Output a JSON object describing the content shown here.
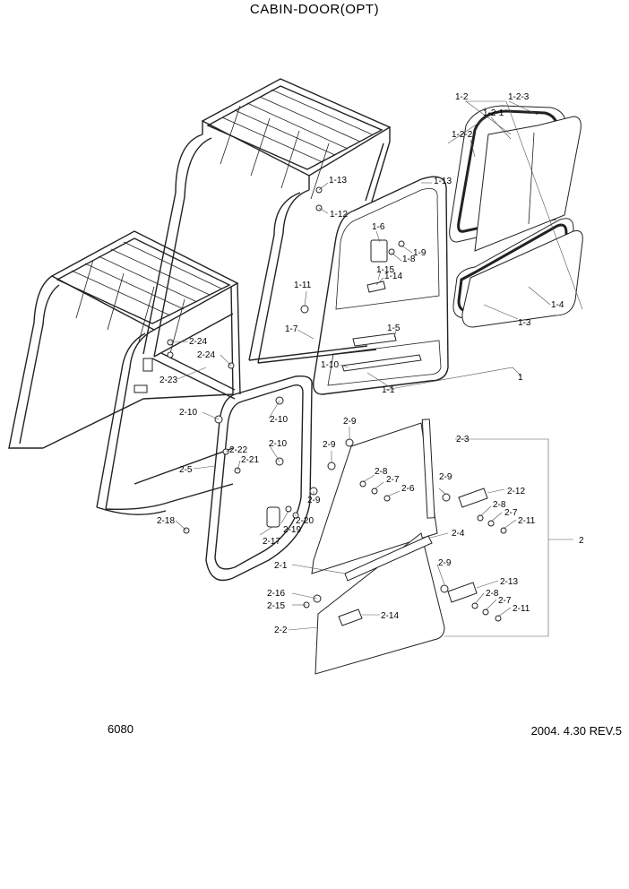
{
  "header": {
    "title": "CABIN-DOOR(OPT)"
  },
  "footer": {
    "page_code": "6080",
    "revision": "2004. 4.30 REV.5"
  },
  "labels": {
    "l1": "1",
    "l1_1": "1-1",
    "l1_2": "1-2",
    "l1_2_1": "1-2-1",
    "l1_2_2": "1-2-2",
    "l1_2_3": "1-2-3",
    "l1_3": "1-3",
    "l1_4": "1-4",
    "l1_5": "1-5",
    "l1_6": "1-6",
    "l1_7": "1-7",
    "l1_8": "1-8",
    "l1_9": "1-9",
    "l1_10": "1-10",
    "l1_11": "1-11",
    "l1_12": "1-12",
    "l1_13a": "1-13",
    "l1_13b": "1-13",
    "l1_14": "1-14",
    "l1_15": "1-15",
    "l2": "2",
    "l2_1": "2-1",
    "l2_2": "2-2",
    "l2_3": "2-3",
    "l2_4": "2-4",
    "l2_5": "2-5",
    "l2_6": "2-6",
    "l2_7a": "2-7",
    "l2_7b": "2-7",
    "l2_7c": "2-7",
    "l2_8a": "2-8",
    "l2_8b": "2-8",
    "l2_8c": "2-8",
    "l2_9a": "2-9",
    "l2_9b": "2-9",
    "l2_9c": "2-9",
    "l2_9d": "2-9",
    "l2_9e": "2-9",
    "l2_10a": "2-10",
    "l2_10b": "2-10",
    "l2_10c": "2-10",
    "l2_11a": "2-11",
    "l2_11b": "2-11",
    "l2_12": "2-12",
    "l2_13": "2-13",
    "l2_14": "2-14",
    "l2_15": "2-15",
    "l2_16": "2-16",
    "l2_17": "2-17",
    "l2_18": "2-18",
    "l2_19": "2-19",
    "l2_20": "2-20",
    "l2_21": "2-21",
    "l2_22": "2-22",
    "l2_23": "2-23",
    "l2_24a": "2-24",
    "l2_24b": "2-24"
  }
}
